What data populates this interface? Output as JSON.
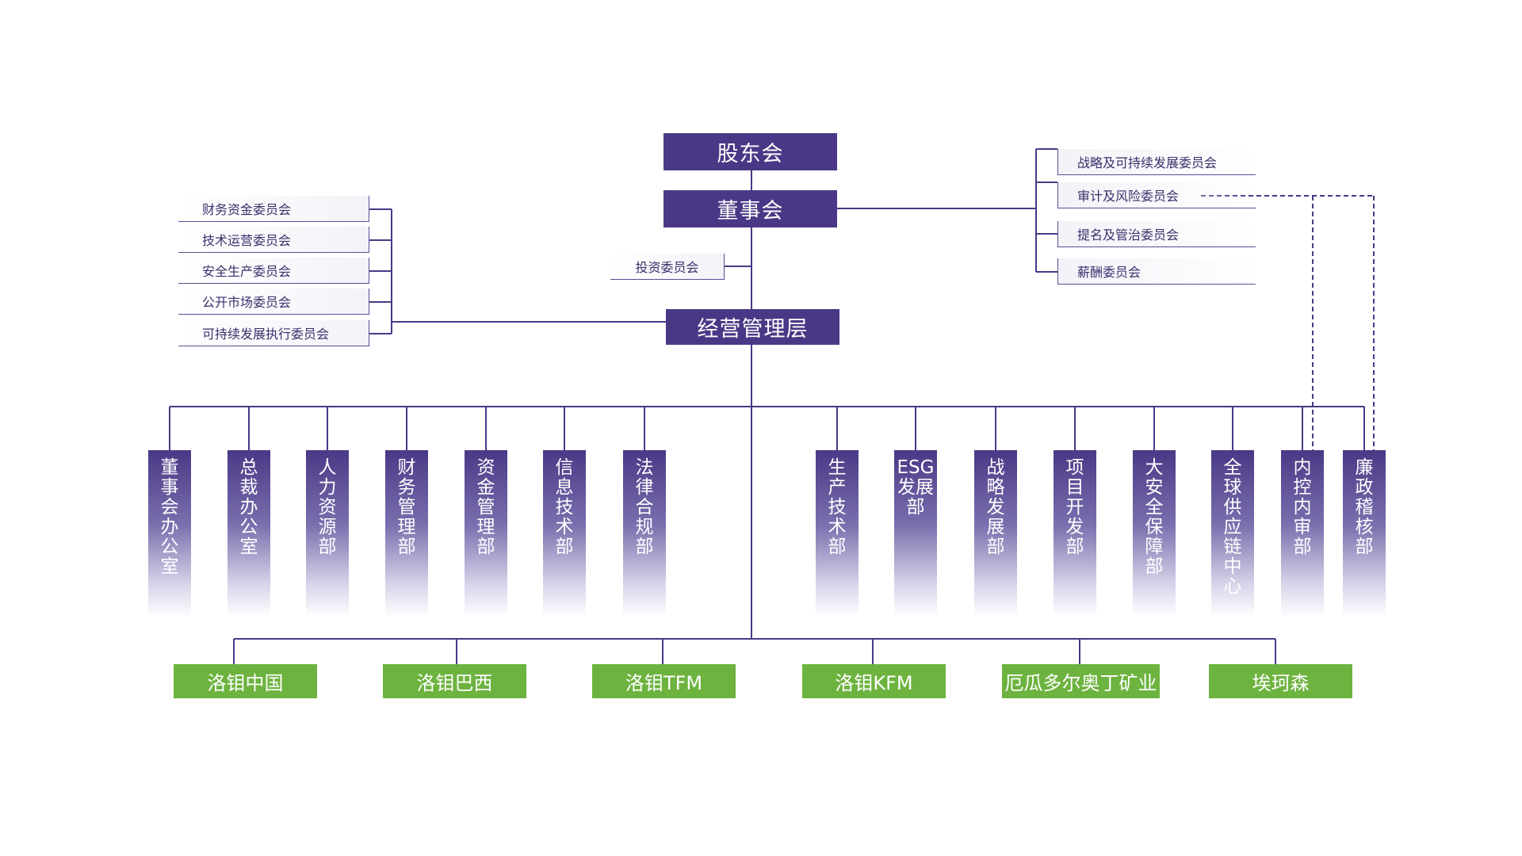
{
  "top": {
    "shareholders": "股东会",
    "board": "董事会",
    "investment_committee": "投资委员会",
    "management": "经营管理层"
  },
  "left_committees": [
    "财务资金委员会",
    "技术运营委员会",
    "安全生产委员会",
    "公开市场委员会",
    "可持续发展执行委员会"
  ],
  "right_committees": [
    "战略及可持续发展委员会",
    "审计及风险委员会",
    "提名及管治委员会",
    "薪酬委员会"
  ],
  "departments": [
    "董事会办公室",
    "总裁办公室",
    "人力资源部",
    "财务管理部",
    "资金管理部",
    "信息技术部",
    "法律合规部",
    "生产技术部",
    "ESG发展部",
    "战略发展部",
    "项目开发部",
    "大安全保障部",
    "全球供应链中心",
    "内控内审部",
    "廉政稽核部"
  ],
  "subsidiaries": [
    "洛钼中国",
    "洛钼巴西",
    "洛钼TFM",
    "洛钼KFM",
    "厄瓜多尔奥丁矿业",
    "埃珂森"
  ],
  "colors": {
    "purple": "#4a3886",
    "green": "#6db33f",
    "line": "#4a3886"
  }
}
